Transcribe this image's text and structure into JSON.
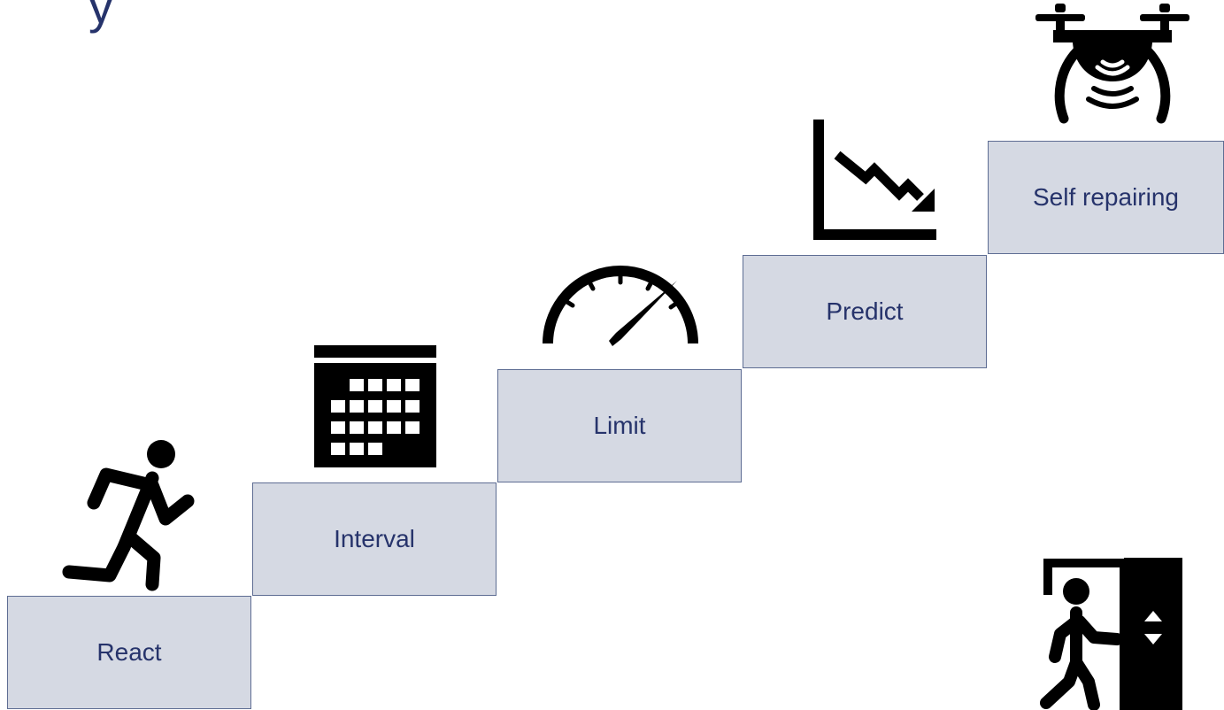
{
  "diagram": {
    "colors": {
      "step_fill": "#d5d9e3",
      "step_border": "#5e6d93",
      "text": "#26336b",
      "icon": "#000000"
    },
    "steps": [
      {
        "label": "React",
        "icon": "running-person-icon"
      },
      {
        "label": "Interval",
        "icon": "calendar-icon"
      },
      {
        "label": "Limit",
        "icon": "speedometer-icon"
      },
      {
        "label": "Predict",
        "icon": "downtrend-chart-icon"
      },
      {
        "label": "Self repairing",
        "icon": "drone-icon"
      }
    ],
    "extra_icons": [
      "elevator-exit-icon"
    ]
  }
}
